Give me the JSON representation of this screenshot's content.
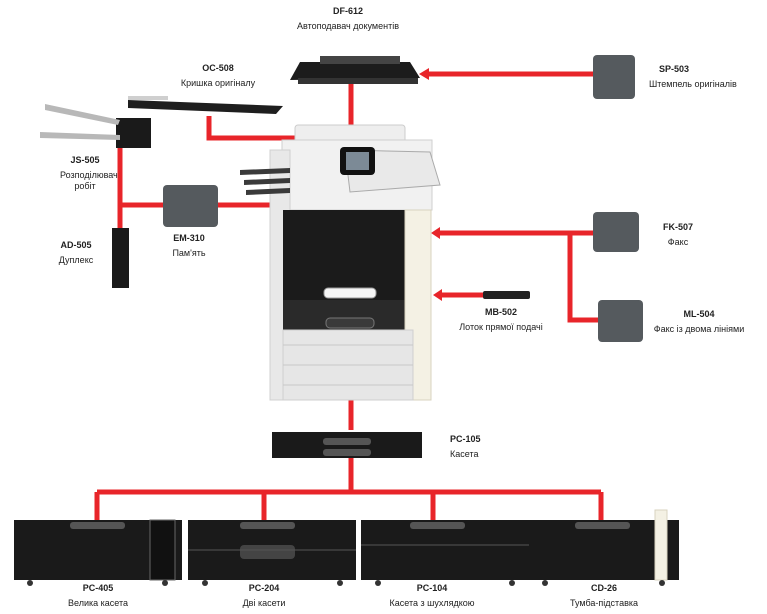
{
  "components": {
    "df612": {
      "code": "DF-612",
      "desc": "Автоподавач документів"
    },
    "oc508": {
      "code": "OC-508",
      "desc": "Кришка оригіналу"
    },
    "sp503": {
      "code": "SP-503",
      "desc": "Штемпель оригіналів"
    },
    "js505": {
      "code": "JS-505",
      "desc": "Розподілювач робіт"
    },
    "ad505": {
      "code": "AD-505",
      "desc": "Дуплекс"
    },
    "em310": {
      "code": "EM-310",
      "desc": "Пам'ять"
    },
    "fk507": {
      "code": "FK-507",
      "desc": "Факс"
    },
    "ml504": {
      "code": "ML-504",
      "desc": "Факс із двома лініями"
    },
    "mb502": {
      "code": "MB-502",
      "desc": "Лоток прямої подачі"
    },
    "pc105": {
      "code": "PC-105",
      "desc": "Касета"
    },
    "pc405": {
      "code": "PC-405",
      "desc": "Велика касета"
    },
    "pc204": {
      "code": "PC-204",
      "desc": "Дві касети"
    },
    "pc104": {
      "code": "PC-104",
      "desc": "Касета з шухлядкою"
    },
    "cd26": {
      "code": "CD-26",
      "desc": "Тумба-підставка"
    }
  },
  "colors": {
    "connector": "#e8252a",
    "device_dark": "#1a1a1a",
    "device_grey": "#dcdcdc",
    "module_grey": "#555a5e"
  }
}
